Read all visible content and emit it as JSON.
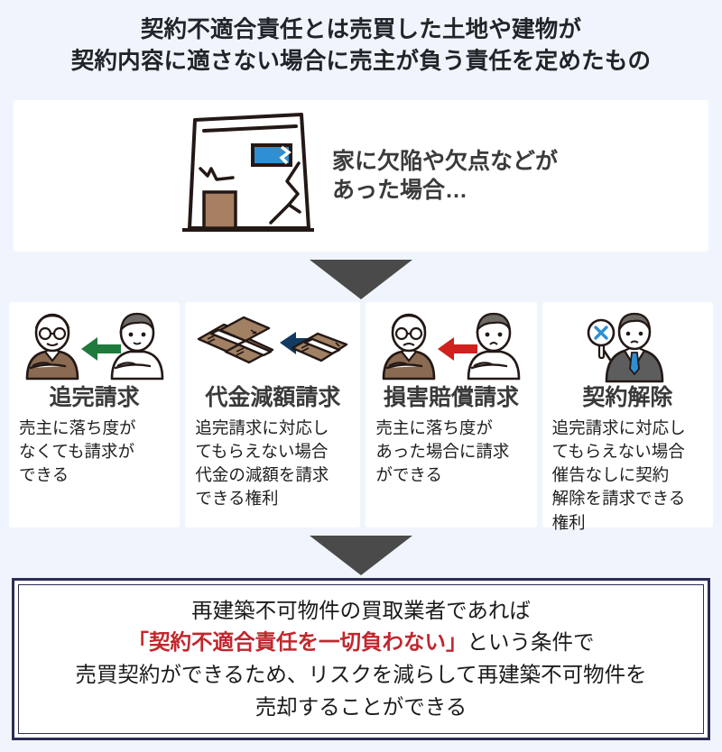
{
  "page": {
    "background_color": "#f0f5fd",
    "title_lines": [
      "契約不適合責任とは売買した土地や建物が",
      "契約内容に適さない場合に売主が負う責任を定めたもの"
    ]
  },
  "house_panel": {
    "illustration_name": "cracked-house-illustration",
    "caption_lines": [
      "家に欠陥や欠点などが",
      "あった場合…"
    ],
    "colors": {
      "window": "#2f8fd4",
      "door": "#a87f63",
      "outline": "#231815"
    }
  },
  "arrows": {
    "color": "#4a4a4a",
    "first_label": "down-arrow-to-remedies",
    "second_label": "down-arrow-to-conclusion"
  },
  "cards": [
    {
      "id": "tsuikan-seikyu",
      "title": "追完請求",
      "icon": "seller-buyer-green-arrow-icon",
      "arrow_color": "#1f7a3d",
      "body_lines": [
        "売主に落ち度が",
        "なくても請求が",
        "できる"
      ]
    },
    {
      "id": "daikin-gengaku-seikyu",
      "title": "代金減額請求",
      "icon": "money-bundles-reduce-icon",
      "arrow_color": "#123a63",
      "body_lines": [
        "追完請求に対応し",
        "てもらえない場合",
        "代金の減額を請求",
        "できる権利"
      ]
    },
    {
      "id": "songai-baisho-seikyu",
      "title": "損害賠償請求",
      "icon": "seller-buyer-red-arrow-icon",
      "arrow_color": "#d0211f",
      "body_lines": [
        "売主に落ち度が",
        "あった場合に請求",
        "ができる"
      ]
    },
    {
      "id": "keiyaku-kaijo",
      "title": "契約解除",
      "icon": "businessman-with-x-sign-icon",
      "arrow_color": "#2f8fd4",
      "body_lines": [
        "追完請求に対応し",
        "てもらえない場合",
        "催告なしに契約",
        "解除を請求できる",
        "権利"
      ]
    }
  ],
  "conclusion": {
    "border_color": "#2b2d55",
    "highlight_color": "#c0272d",
    "line1": "再建築不可物件の買取業者であれば",
    "line2_highlight": "「契約不適合責任を一切負わない」",
    "line2_rest": "という条件で",
    "line3": "売買契約ができるため、リスクを減らして再建築不可物件を",
    "line4": "売却することができる"
  }
}
